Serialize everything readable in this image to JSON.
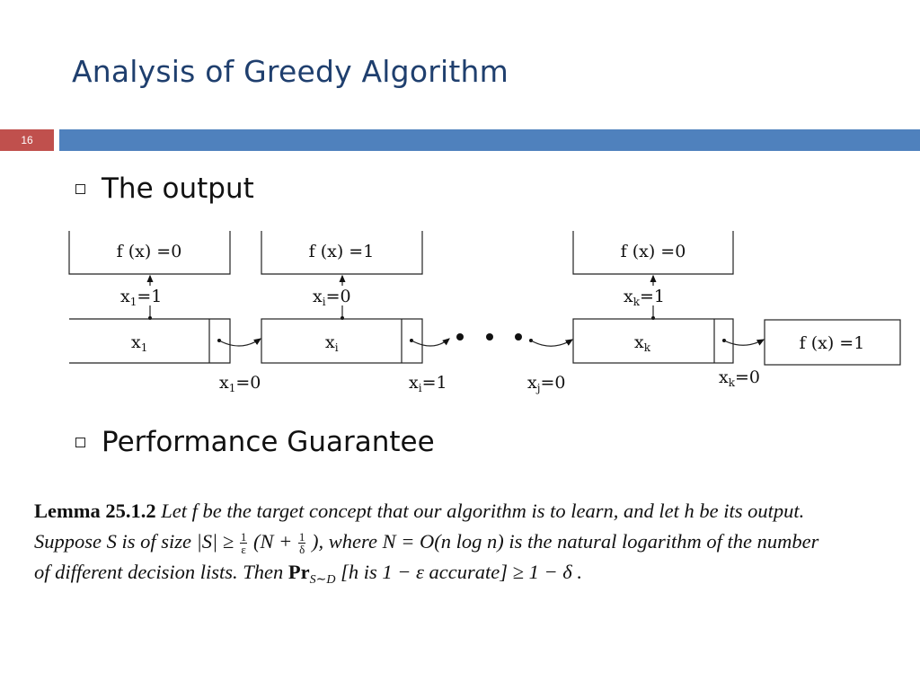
{
  "slide": {
    "title": "Analysis of Greedy Algorithm",
    "number": "16",
    "accent_colors": {
      "title": "#1f3f6e",
      "header_bar": "#4f81bd",
      "number_badge": "#c0504d"
    }
  },
  "bullets": [
    {
      "text": "The output"
    },
    {
      "text": "Performance Guarantee"
    }
  ],
  "diagram": {
    "top_boxes": [
      {
        "label": "f (x) =0"
      },
      {
        "label": "f (x) =1"
      },
      {
        "label": "f (x) =0"
      }
    ],
    "up_labels": [
      {
        "base": "x",
        "sub": "1",
        "rest": "=1"
      },
      {
        "base": "x",
        "sub": "i",
        "rest": "=0"
      },
      {
        "base": "x",
        "sub": "k",
        "rest": "=1"
      }
    ],
    "nodes": [
      {
        "base": "x",
        "sub": "1"
      },
      {
        "base": "x",
        "sub": "i"
      },
      {
        "base": "x",
        "sub": "k"
      }
    ],
    "final_box": {
      "label": "f (x) =1"
    },
    "bottom_labels": [
      {
        "base": "x",
        "sub": "1",
        "rest": "=0"
      },
      {
        "base": "x",
        "sub": "i",
        "rest": "=1"
      },
      {
        "base": "x",
        "sub": "j",
        "rest": "=0"
      },
      {
        "base": "x",
        "sub": "k",
        "rest": "=0"
      }
    ]
  },
  "lemma": {
    "head": "Lemma 25.1.2",
    "line1": "Let f be the target concept that our algorithm is to learn, and let h be its output.",
    "line2a": "Suppose S is of size |S| ≥",
    "frac1_num": "1",
    "frac1_den": "ε",
    "paren_open": "(N +",
    "frac2_num": "1",
    "frac2_den": "δ",
    "line2b": "), where N = O(n log n) is the natural logarithm of the number",
    "line3a": "of different decision lists. Then",
    "pr": "Pr",
    "pr_sub": "S∼D",
    "line3b": "[h is 1 − ε accurate] ≥ 1 − δ ."
  }
}
